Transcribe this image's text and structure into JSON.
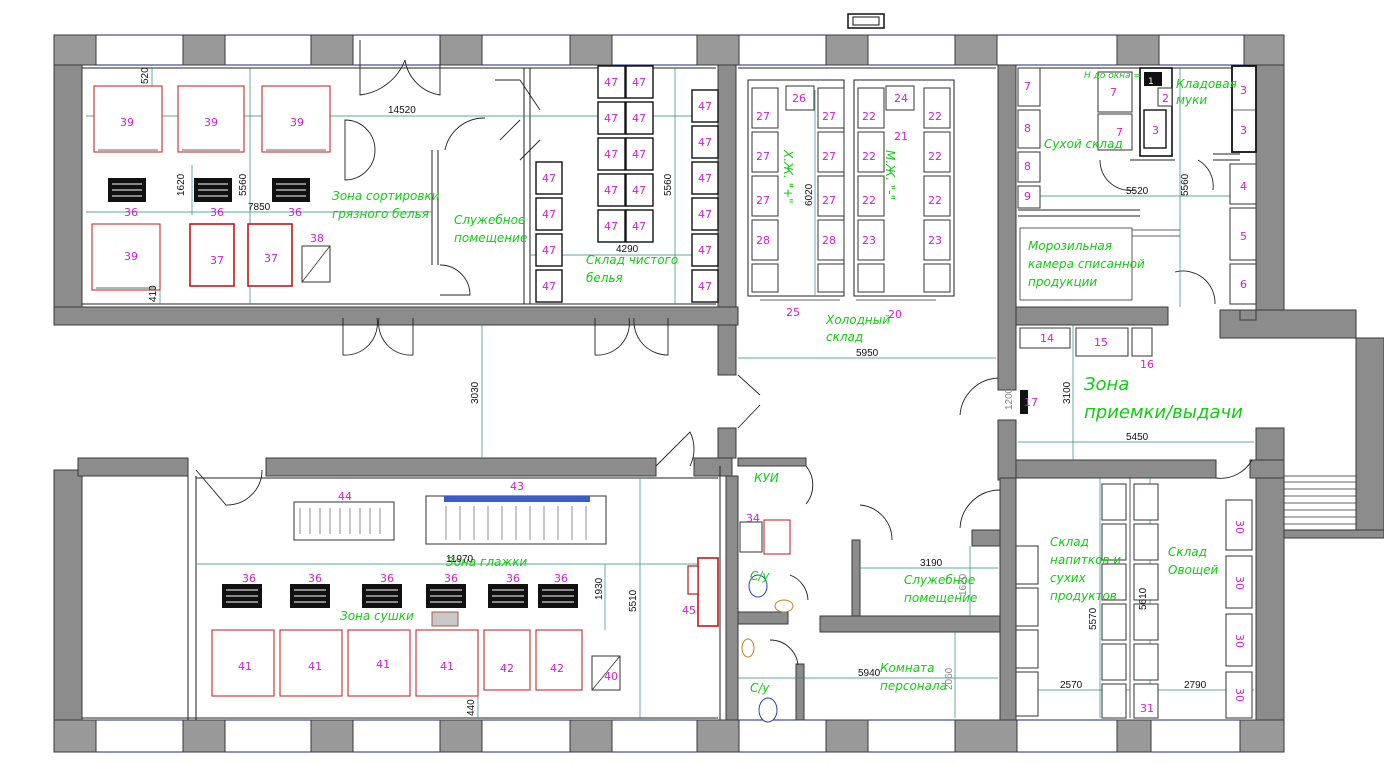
{
  "rooms": {
    "sorting": "Зона сортировки грязного белья",
    "service1": "Служебное помещение",
    "clean_linen": "Склад чистого белья",
    "cold_store": "Холодный склад",
    "hzh": "Х.Ж. \"+\"",
    "mzh": "М.Ж. \"-\"",
    "flour_pantry": "Кладовая муки",
    "dry_store": "Сухой склад",
    "window_note": "Н до окна =",
    "freezer": "Морозильная камера списанной продукции",
    "reception": "Зона приемки/выдачи",
    "kui": "КУИ",
    "wc1": "С/у",
    "wc2": "С/у",
    "service2": "Служебное помещение",
    "staff": "Комната персонала",
    "drinks": "Склад напитков и сухих продуктов",
    "vegetables": "Склад Овощей",
    "ironing": "Зона глажки",
    "drying": "Зона сушки"
  },
  "dimensions": {
    "d520": "520",
    "d14520": "14520",
    "d1620": "1620",
    "d5560a": "5560",
    "d7850": "7850",
    "d410": "410",
    "d4290": "4290",
    "d5560b": "5560",
    "d6020": "6020",
    "d5950": "5950",
    "d5520": "5520",
    "d5560c": "5560",
    "d3030": "3030",
    "d3100": "3100",
    "d1200": "1200",
    "d5450": "5450",
    "d11970": "11970",
    "d1930": "1930",
    "d5510": "5510",
    "d440": "440",
    "d3190": "3190",
    "d1620b": "1620",
    "d5940": "5940",
    "d2060": "2060",
    "d5570": "5570",
    "d5610": "5610",
    "d2570": "2570",
    "d2790": "2790"
  },
  "equipment": {
    "n39": "39",
    "n36": "36",
    "n37": "37",
    "n38": "38",
    "n47": "47",
    "n26": "26",
    "n27": "27",
    "n28": "28",
    "n25": "25",
    "n24": "24",
    "n21": "21",
    "n22": "22",
    "n23": "23",
    "n20": "20",
    "n7": "7",
    "n8": "8",
    "n9": "9",
    "n1": "1",
    "n2": "2",
    "n3": "3",
    "n4": "4",
    "n5": "5",
    "n6": "6",
    "n14": "14",
    "n15": "15",
    "n16": "16",
    "n17": "17",
    "n34": "34",
    "n44": "44",
    "n43": "43",
    "n45": "45",
    "n41": "41",
    "n42": "42",
    "n40": "40",
    "n30": "30",
    "n31": "31"
  }
}
